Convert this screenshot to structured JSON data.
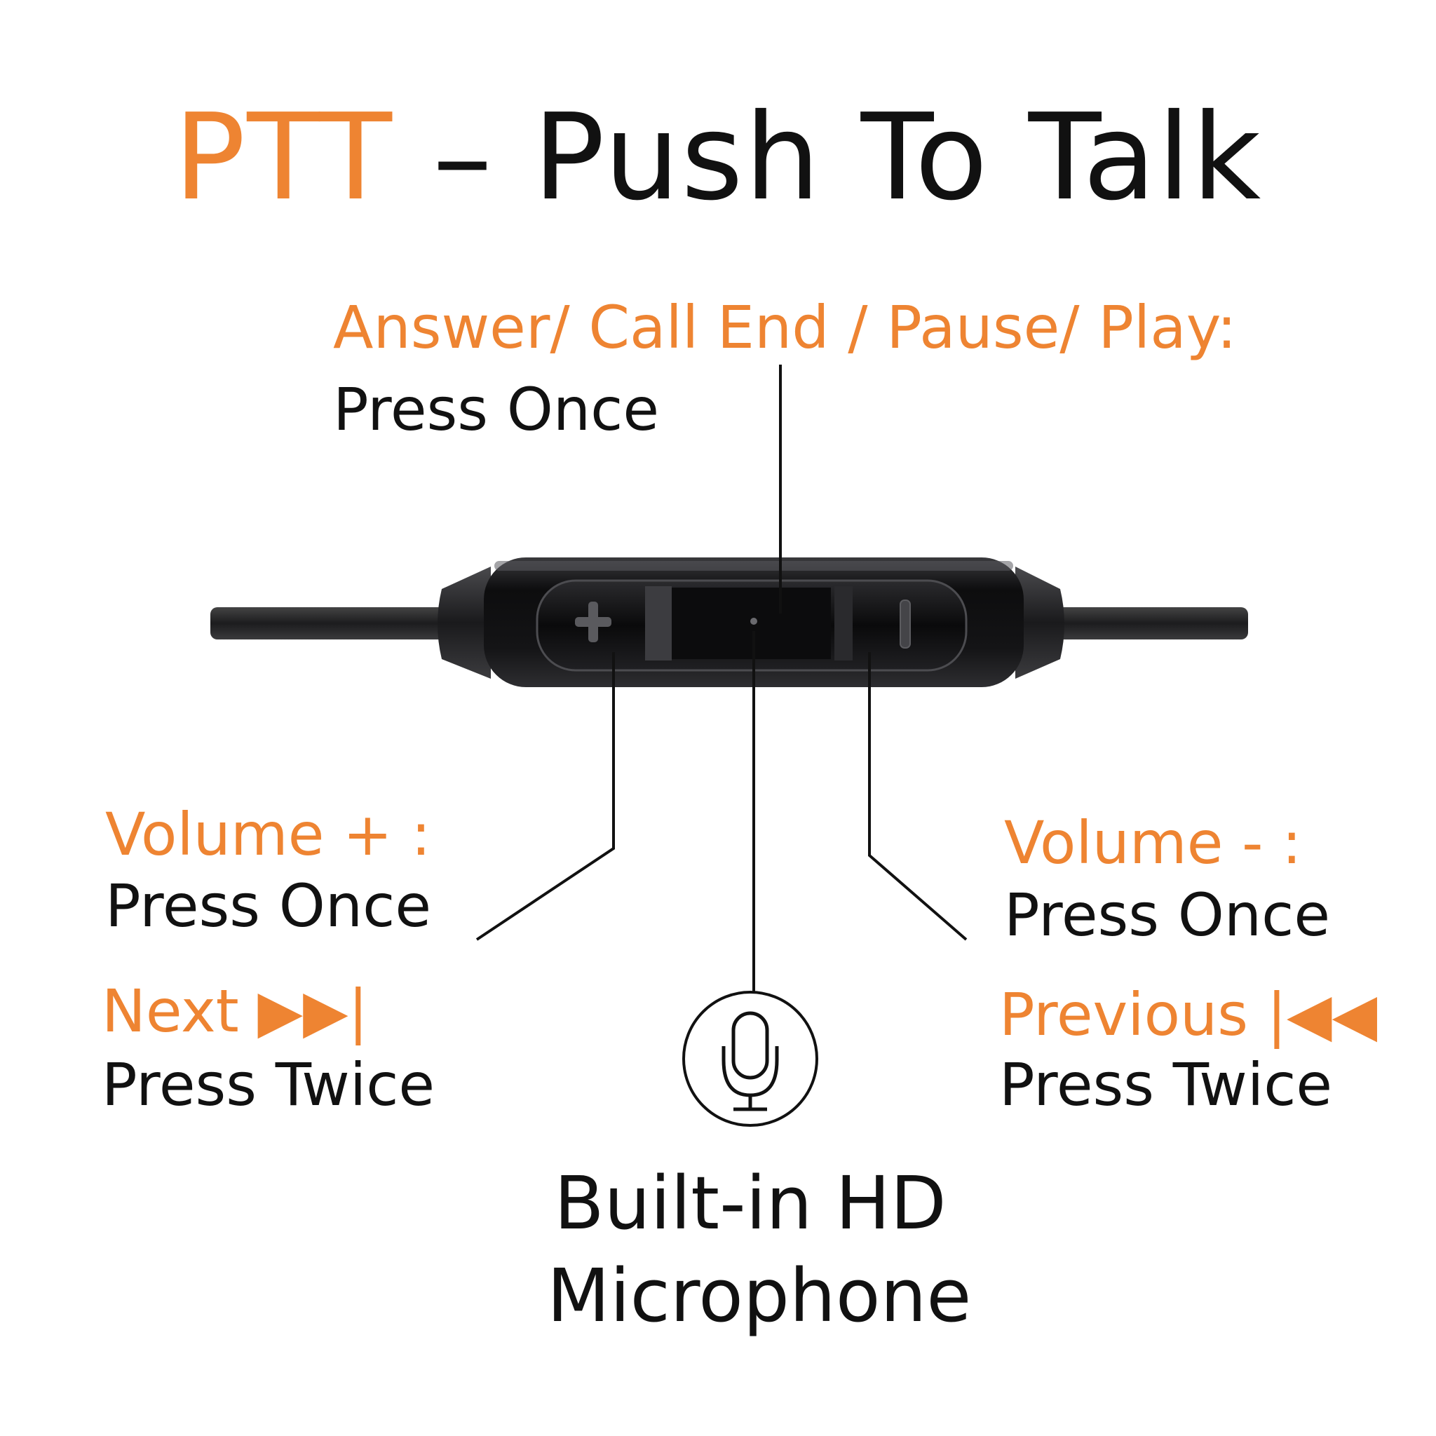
{
  "title": {
    "highlight": "PTT",
    "rest": " – Push To Talk"
  },
  "labels": {
    "center": {
      "action": "Answer/ Call End / Pause/ Play:",
      "gesture": "Press Once"
    },
    "volume_up": {
      "action": "Volume + :",
      "gesture": "Press Once"
    },
    "next": {
      "action": "Next ▶▶|",
      "gesture": "Press Twice"
    },
    "volume_down": {
      "action": "Volume - :",
      "gesture": "Press Once"
    },
    "previous": {
      "action": "Previous |◀◀",
      "gesture": "Press Twice"
    }
  },
  "microphone": {
    "caption_line1": "Built-in HD",
    "caption_line2": "Microphone",
    "icon": "microphone-icon"
  },
  "remote": {
    "buttons": [
      "plus-icon",
      "center-button",
      "minus-icon"
    ]
  },
  "colors": {
    "accent": "#EE8432",
    "text": "#111111",
    "remote_body": "#1b1b1d",
    "cable": "#222224"
  }
}
